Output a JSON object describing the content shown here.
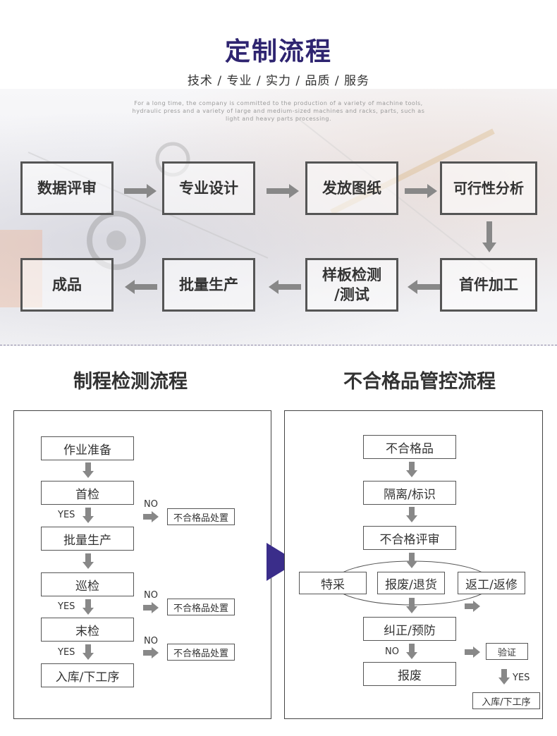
{
  "header": {
    "title": "定制流程",
    "subtitle": "技术 / 专业 / 实力 / 品质 / 服务",
    "intro_lines": [
      "For a long time, the company is committed to the production of a variety of machine tools,",
      "hydraulic press and a variety of large and medium-sized machines and racks, parts, such as",
      "light and heavy parts processing."
    ]
  },
  "custom_flow": {
    "steps": [
      "数据评审",
      "专业设计",
      "发放图纸",
      "可行性分析",
      "首件加工",
      "样板检测\n/测试",
      "批量生产",
      "成品"
    ]
  },
  "process_inspection": {
    "title": "制程检测流程",
    "boxes": [
      "作业准备",
      "首检",
      "批量生产",
      "巡检",
      "末检",
      "入库/下工序"
    ],
    "yes_label": "YES",
    "no_label": "NO",
    "nonconforming_label": "不合格品处置"
  },
  "nonconforming_control": {
    "title": "不合格品管控流程",
    "boxes": [
      "不合格品",
      "隔离/标识",
      "不合格评审",
      "特采",
      "报废/退货",
      "返工/返修",
      "纠正/预防",
      "报废"
    ],
    "no_label": "NO",
    "yes_label": "YES",
    "verify_label": "验证",
    "warehouse_label": "入库/下工序"
  },
  "colors": {
    "title": "#2e2470",
    "pointer": "#3a2d8a",
    "arrow": "#888888",
    "box_border": "#555555"
  }
}
